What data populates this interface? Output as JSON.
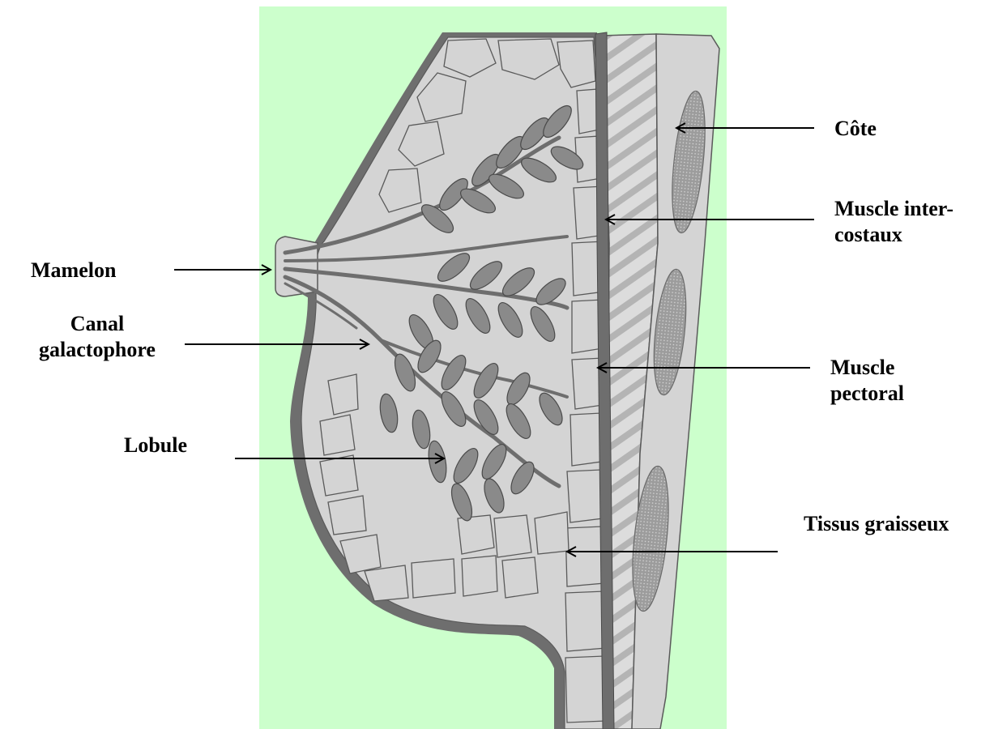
{
  "colors": {
    "background": "#ffffff",
    "panel": "#ccffcc",
    "tissue": "#d4d4d4",
    "outline": "#5a5a5a",
    "skin": "#6e6e6e",
    "lobule": "#8a8a8a",
    "rib": "#9a9a9a",
    "hatch": "#b0b0b0",
    "arrow": "#000000"
  },
  "labels": {
    "mamelon": "Mamelon",
    "canal_line1": "Canal",
    "canal_line2": "galactophore",
    "lobule": "Lobule",
    "cote": "Côte",
    "muscle_inter_line1": "Muscle inter-",
    "muscle_inter_line2": "costaux",
    "muscle_pectoral_line1": "Muscle",
    "muscle_pectoral_line2": "pectoral",
    "tissus_graisseux": "Tissus graisseux"
  }
}
